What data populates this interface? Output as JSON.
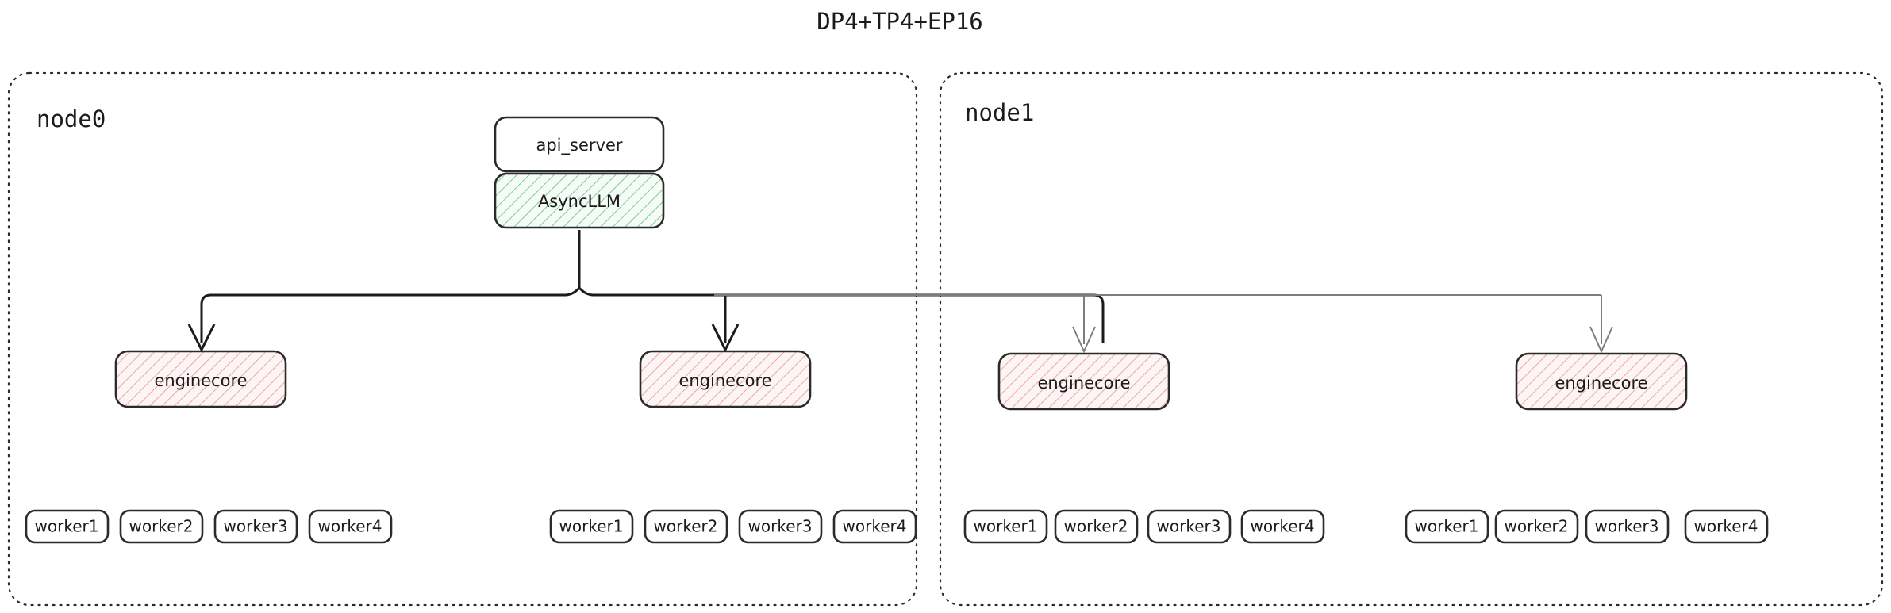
{
  "title": "DP4+TP4+EP16",
  "colors": {
    "background": "#ffffff",
    "text": "#1b1b1b",
    "frame_stroke": "#2b2b2b",
    "box_stroke": "#2b2b2b",
    "green_fill": "#f3fbf4",
    "green_hatch": "#7fc99a",
    "pink_fill": "#fdf3f3",
    "pink_hatch": "#eaa6a6",
    "edge_local": "#1b1b1b",
    "edge_remote": "#7d7d7d"
  },
  "nodes": [
    {
      "id": "node0",
      "label": "node0",
      "processes": [
        {
          "label": "api_server",
          "style": "plain"
        },
        {
          "label": "AsyncLLM",
          "style": "green-hatch"
        }
      ],
      "engines": [
        {
          "label": "enginecore",
          "style": "pink-hatch",
          "link": "local",
          "workers": [
            "worker1",
            "worker2",
            "worker3",
            "worker4"
          ]
        },
        {
          "label": "enginecore",
          "style": "pink-hatch",
          "link": "local",
          "workers": [
            "worker1",
            "worker2",
            "worker3",
            "worker4"
          ]
        }
      ]
    },
    {
      "id": "node1",
      "label": "node1",
      "processes": [],
      "engines": [
        {
          "label": "enginecore",
          "style": "pink-hatch",
          "link": "remote",
          "workers": [
            "worker1",
            "worker2",
            "worker3",
            "worker4"
          ]
        },
        {
          "label": "enginecore",
          "style": "pink-hatch",
          "link": "remote",
          "workers": [
            "worker1",
            "worker2",
            "worker3",
            "worker4"
          ]
        }
      ]
    }
  ],
  "labels": {
    "api_server": "api_server",
    "async_llm": "AsyncLLM",
    "enginecore": "enginecore",
    "worker1": "worker1",
    "worker2": "worker2",
    "worker3": "worker3",
    "worker4": "worker4",
    "node0": "node0",
    "node1": "node1"
  }
}
